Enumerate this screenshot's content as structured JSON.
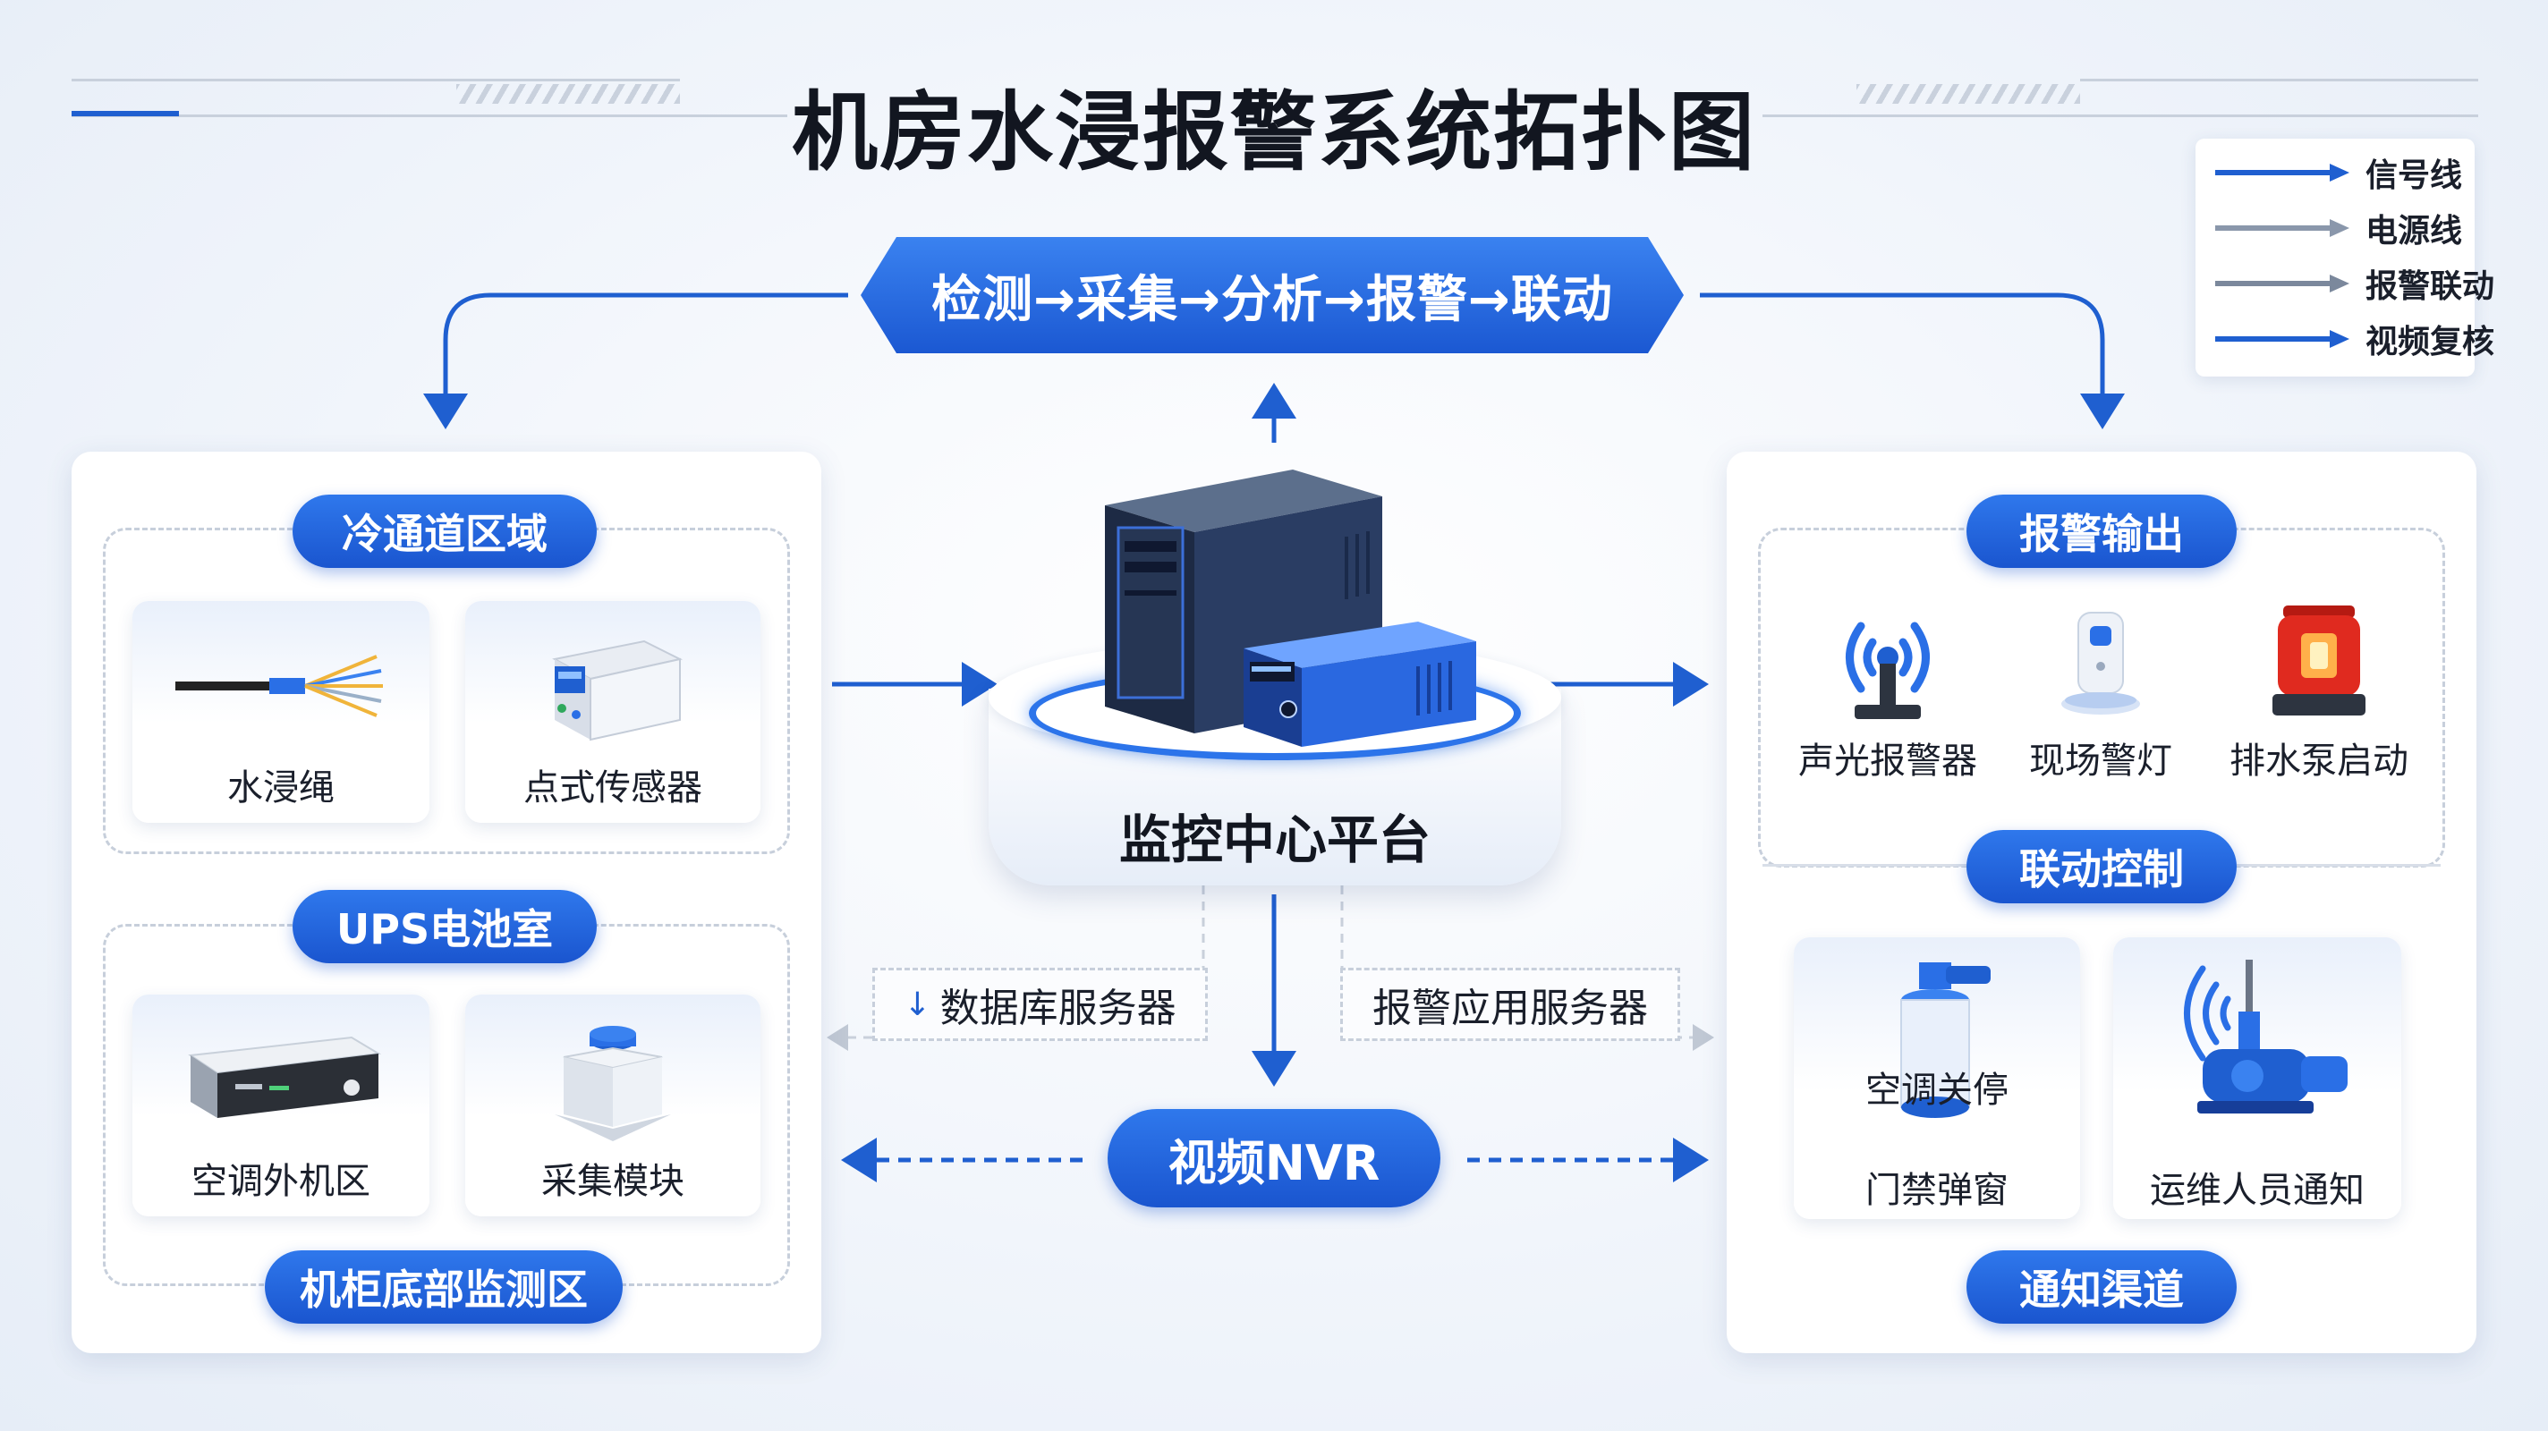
{
  "title": "机房水浸报警系统拓扑图",
  "process_banner": "检测→采集→分析→报警→联动",
  "legend": {
    "items": [
      {
        "label": "信号线",
        "color": "#1f5fd0"
      },
      {
        "label": "电源线",
        "color": "#8a97ab"
      },
      {
        "label": "报警联动",
        "color": "#7b889c"
      },
      {
        "label": "视频复核",
        "color": "#1f5fd0"
      }
    ]
  },
  "left_panel": {
    "zone1": {
      "label": "冷通道区域",
      "cards": [
        "水浸绳",
        "点式传感器"
      ]
    },
    "zone2": {
      "label": "UPS电池室",
      "cards": [
        "空调外机区",
        "采集模块"
      ]
    },
    "zone3": {
      "label": "机柜底部监测区"
    }
  },
  "center": {
    "label": "监控中心平台",
    "db_server": "数据库服务器",
    "alarm_server": "报警应用服务器",
    "nvr": "视频NVR"
  },
  "right_panel": {
    "output": {
      "label": "报警输出",
      "items": [
        "声光报警器",
        "现场警灯",
        "排水泵启动"
      ]
    },
    "linkage": {
      "label": "联动控制",
      "cards": [
        {
          "top": "空调关停",
          "bottom": "门禁弹窗"
        },
        {
          "bottom": "运维人员通知"
        }
      ]
    },
    "notify": {
      "label": "通知渠道"
    }
  },
  "colors": {
    "accent": "#1f5fd0",
    "accent_light": "#3a82f0",
    "alarm_red": "#e02a1f"
  }
}
